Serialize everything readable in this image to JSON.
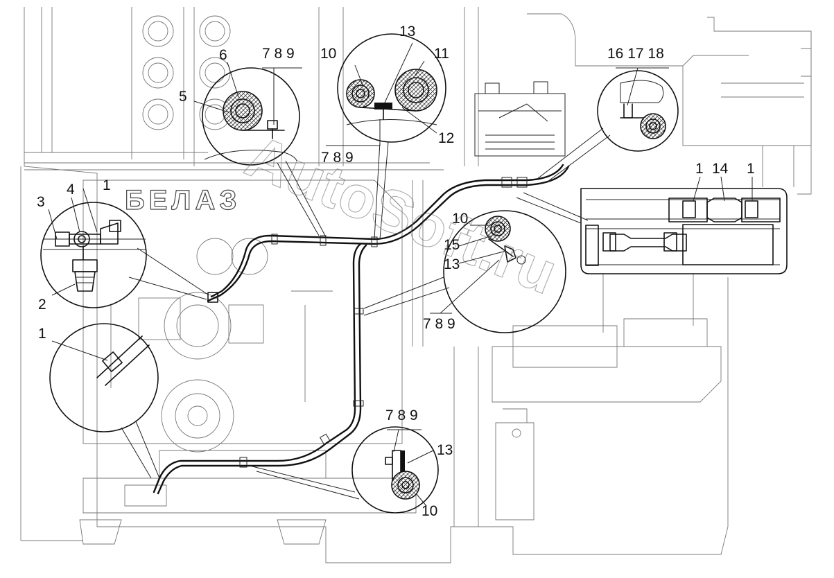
{
  "brand_lettering": "БЕЛАЗ",
  "watermark": "AutoSoft.ru",
  "callouts": [
    {
      "id": "c1a",
      "text": "1"
    },
    {
      "id": "c2",
      "text": "2"
    },
    {
      "id": "c3",
      "text": "3"
    },
    {
      "id": "c4",
      "text": "4"
    },
    {
      "id": "c1b",
      "text": "1"
    },
    {
      "id": "c5",
      "text": "5"
    },
    {
      "id": "c6",
      "text": "6"
    },
    {
      "id": "c789a",
      "text": "7 8 9"
    },
    {
      "id": "c10a",
      "text": "10"
    },
    {
      "id": "c13a",
      "text": "13"
    },
    {
      "id": "c11",
      "text": "11"
    },
    {
      "id": "c12",
      "text": "12"
    },
    {
      "id": "c789b",
      "text": "7 8 9"
    },
    {
      "id": "c16",
      "text": "16 17 18"
    },
    {
      "id": "c1c",
      "text": "1"
    },
    {
      "id": "c14",
      "text": "14"
    },
    {
      "id": "c1d",
      "text": "1"
    },
    {
      "id": "c10b",
      "text": "10"
    },
    {
      "id": "c15",
      "text": "15"
    },
    {
      "id": "c13b",
      "text": "13"
    },
    {
      "id": "c789c",
      "text": "7 8 9"
    },
    {
      "id": "c789d",
      "text": "7 8 9"
    },
    {
      "id": "c13c",
      "text": "13"
    },
    {
      "id": "c10c",
      "text": "10"
    }
  ]
}
